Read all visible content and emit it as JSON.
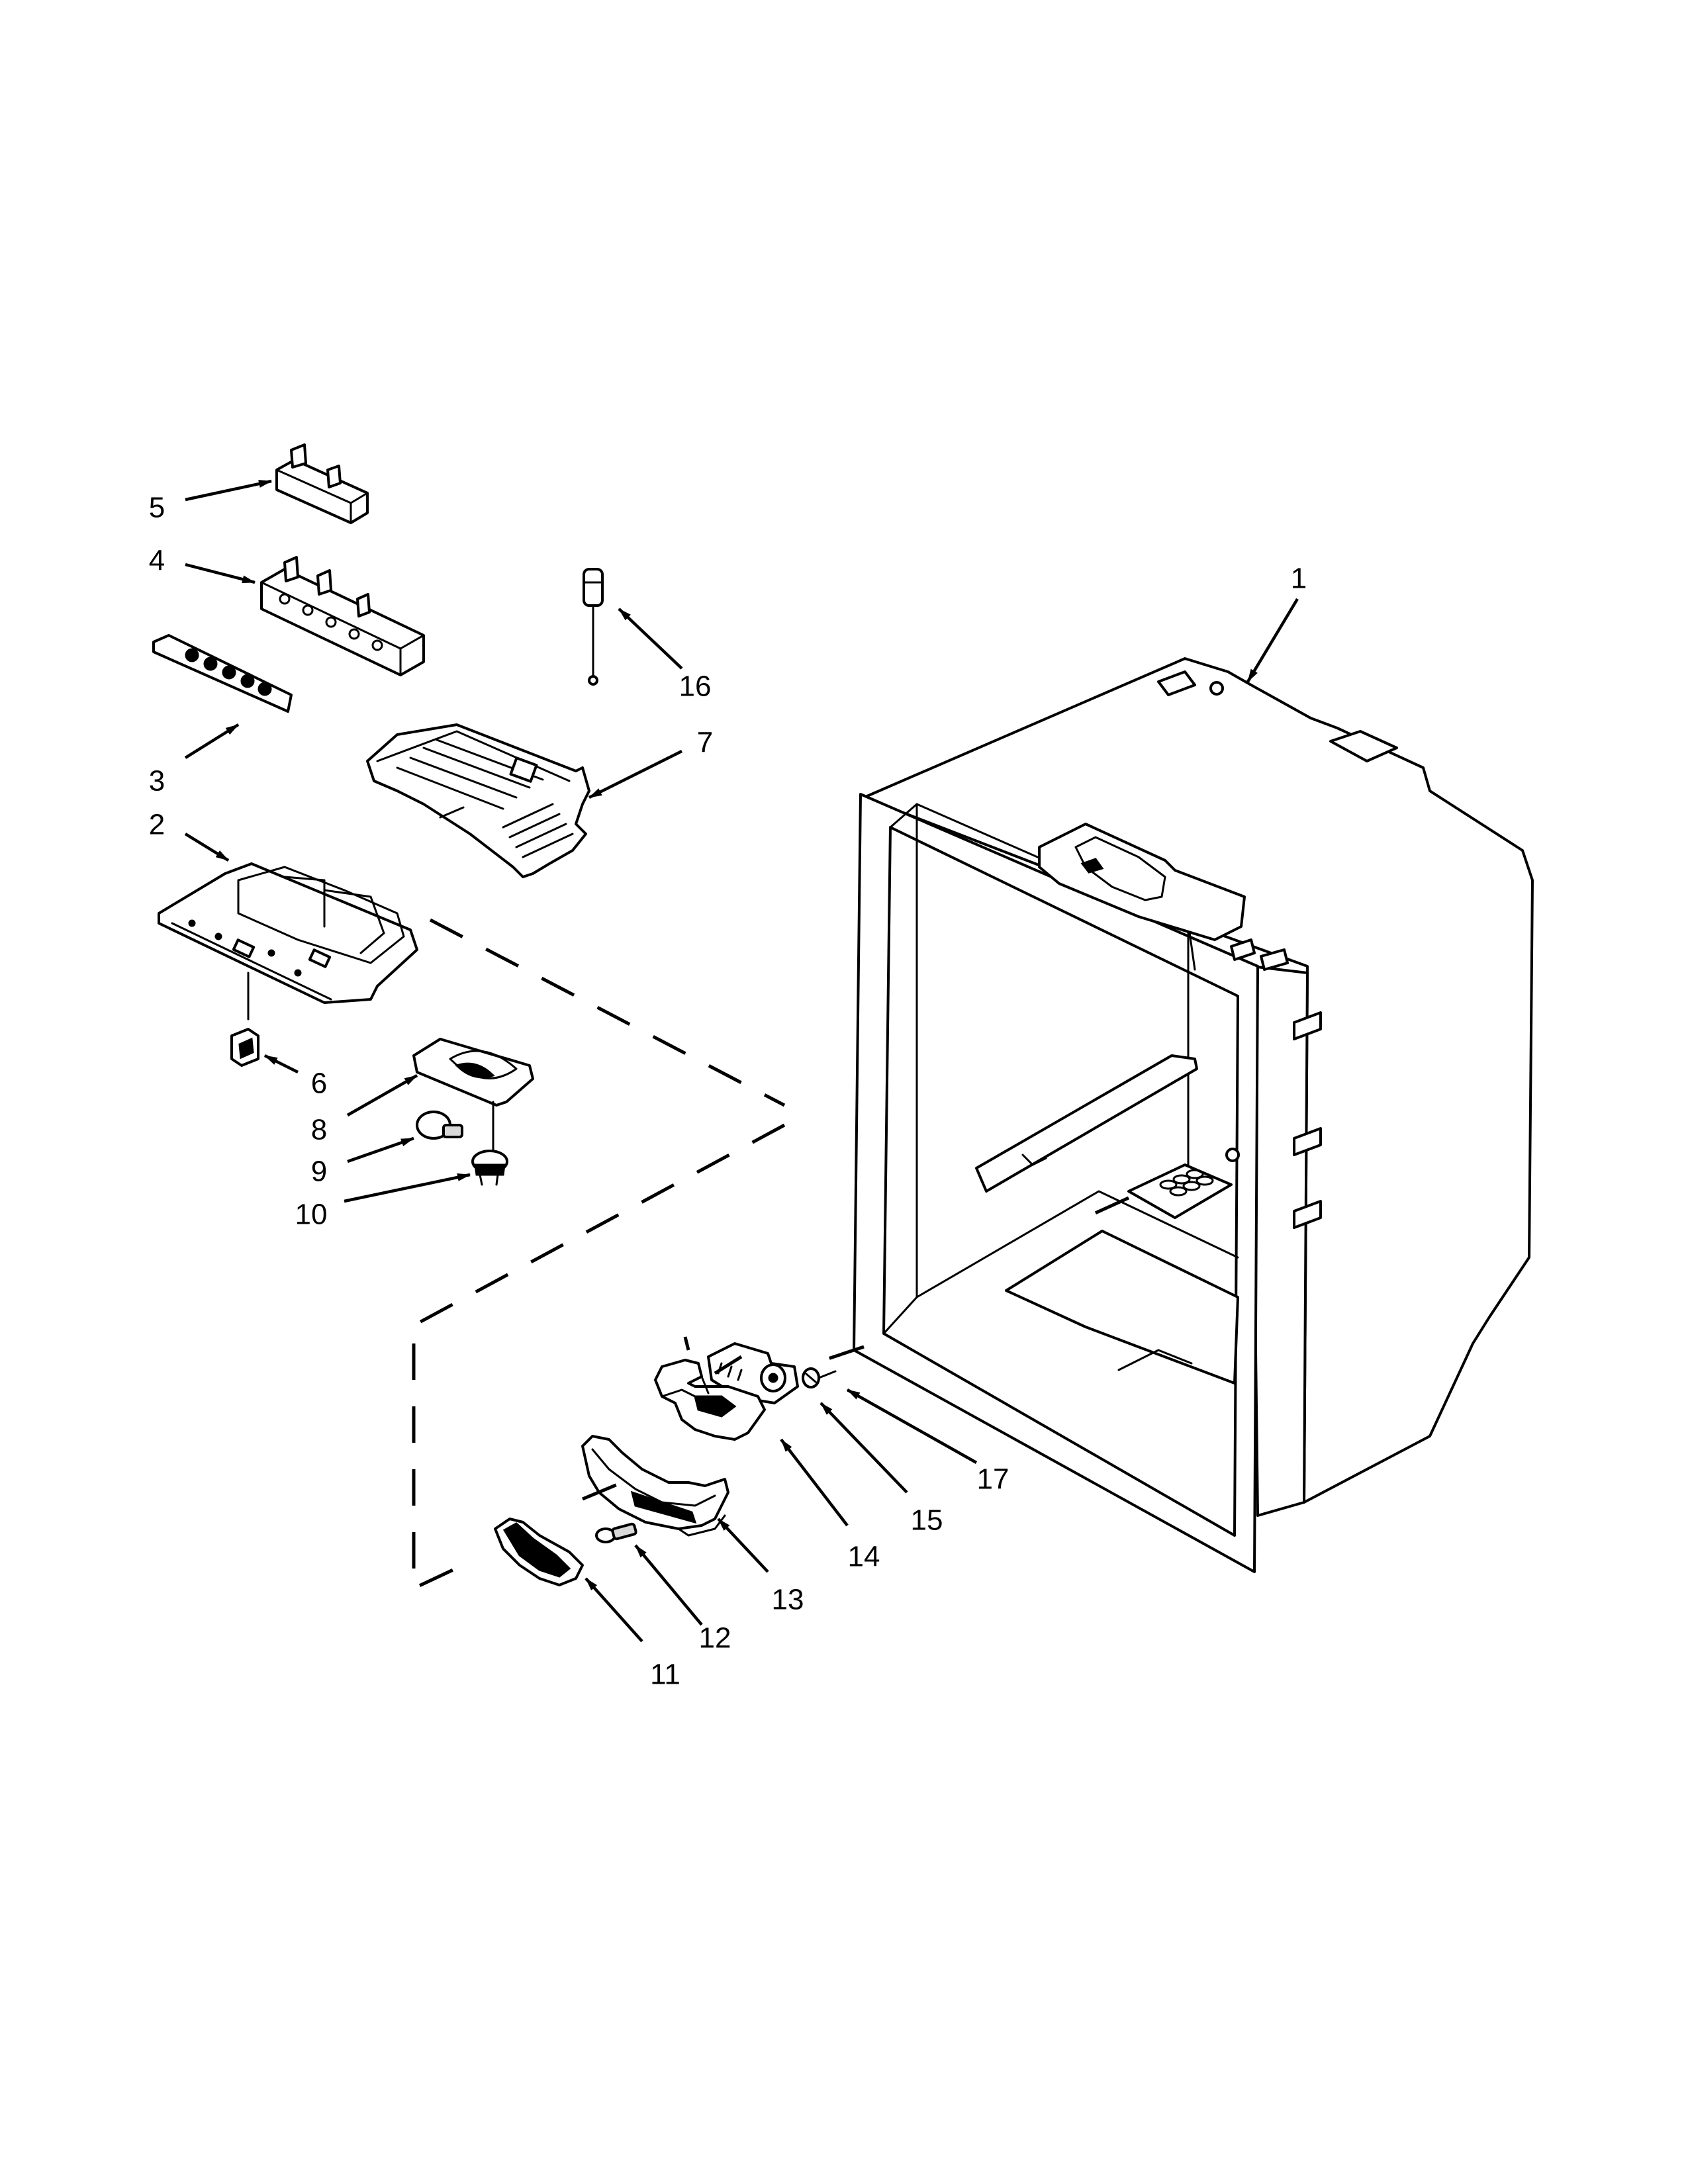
{
  "callouts": [
    {
      "id": "1",
      "label": "1"
    },
    {
      "id": "2",
      "label": "2"
    },
    {
      "id": "3",
      "label": "3"
    },
    {
      "id": "4",
      "label": "4"
    },
    {
      "id": "5",
      "label": "5"
    },
    {
      "id": "6",
      "label": "6"
    },
    {
      "id": "7",
      "label": "7"
    },
    {
      "id": "8",
      "label": "8"
    },
    {
      "id": "9",
      "label": "9"
    },
    {
      "id": "10",
      "label": "10"
    },
    {
      "id": "11",
      "label": "11"
    },
    {
      "id": "12",
      "label": "12"
    },
    {
      "id": "13",
      "label": "13"
    },
    {
      "id": "14",
      "label": "14"
    },
    {
      "id": "15",
      "label": "15"
    },
    {
      "id": "16",
      "label": "16"
    },
    {
      "id": "17",
      "label": "17"
    }
  ],
  "colors": {
    "ink": "#000000",
    "paper": "#ffffff",
    "shade": "#d9d9d9"
  }
}
